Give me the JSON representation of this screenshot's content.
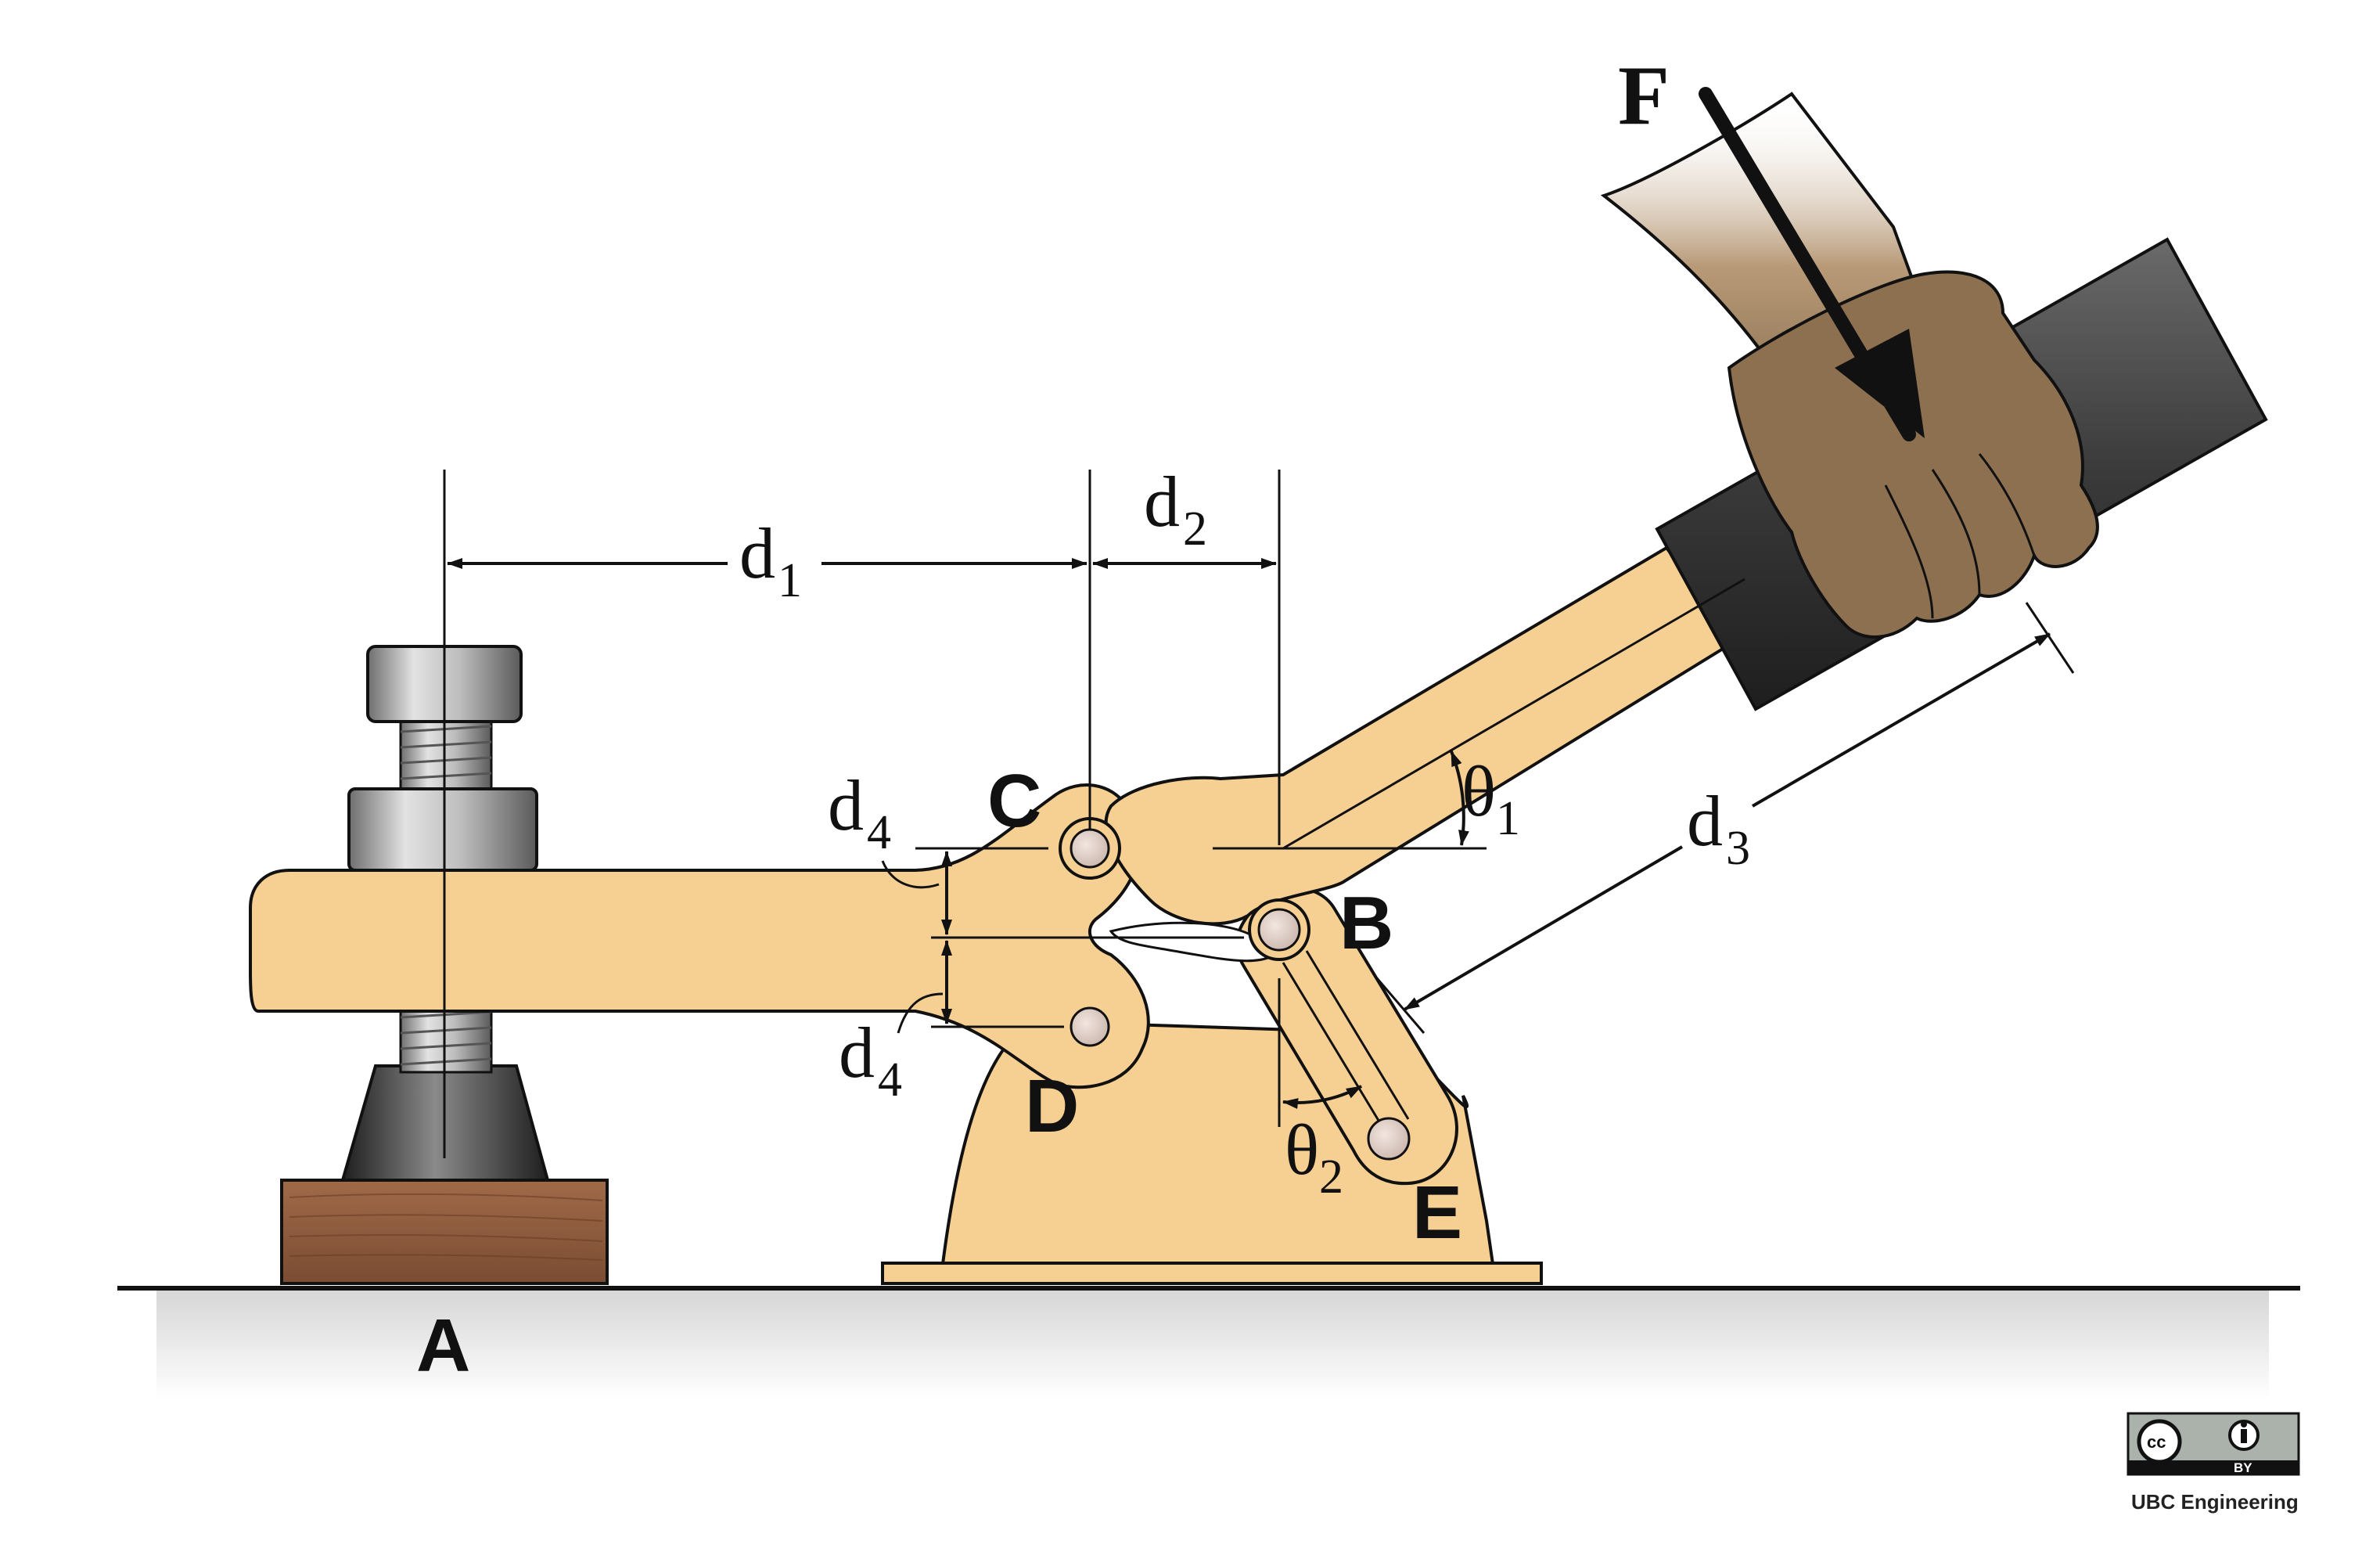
{
  "points": {
    "A": "A",
    "B": "B",
    "C": "C",
    "D": "D",
    "E": "E"
  },
  "force": "F",
  "dims": {
    "d1": {
      "main": "d",
      "sub": "1"
    },
    "d2": {
      "main": "d",
      "sub": "2"
    },
    "d3": {
      "main": "d",
      "sub": "3"
    },
    "d4_top": {
      "main": "d",
      "sub": "4"
    },
    "d4_bottom": {
      "main": "d",
      "sub": "4"
    }
  },
  "angles": {
    "theta1": {
      "main": "θ",
      "sub": "1"
    },
    "theta2": {
      "main": "θ",
      "sub": "2"
    }
  },
  "license": {
    "cc": "cc",
    "by": "BY",
    "credit": "UBC Engineering"
  },
  "colors": {
    "clamp_body": "#f6cf92",
    "wood_block": "#8a5a3c",
    "metal": "#9a9a9a",
    "skin": "#8c7050",
    "grip": "#3a3a3a",
    "outline": "#111111"
  }
}
